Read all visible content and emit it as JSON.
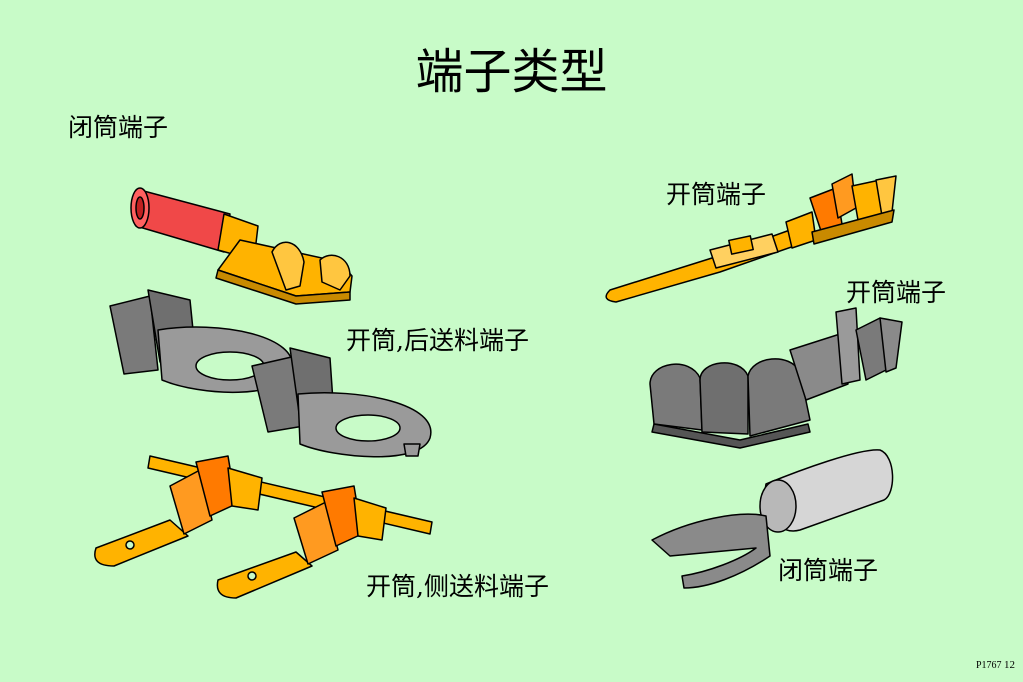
{
  "title": "端子类型",
  "labels": {
    "closed_barrel_top": "闭筒端子",
    "open_barrel_pin": "开筒端子",
    "open_barrel_receptacle": "开筒端子",
    "open_barrel_rear_feed": "开筒,后送料端子",
    "open_barrel_side_feed": "开筒,侧送料端子",
    "closed_barrel_spade": "闭筒端子"
  },
  "footer": {
    "code": "P1767",
    "page": "12"
  },
  "colors": {
    "background": "#c8fbc8",
    "brass": "#ffb300",
    "copper_orange": "#ff7a00",
    "insulation_red": "#f04040",
    "steel_gray": "#9a9a9a",
    "dark_gray": "#6f6f6f"
  }
}
